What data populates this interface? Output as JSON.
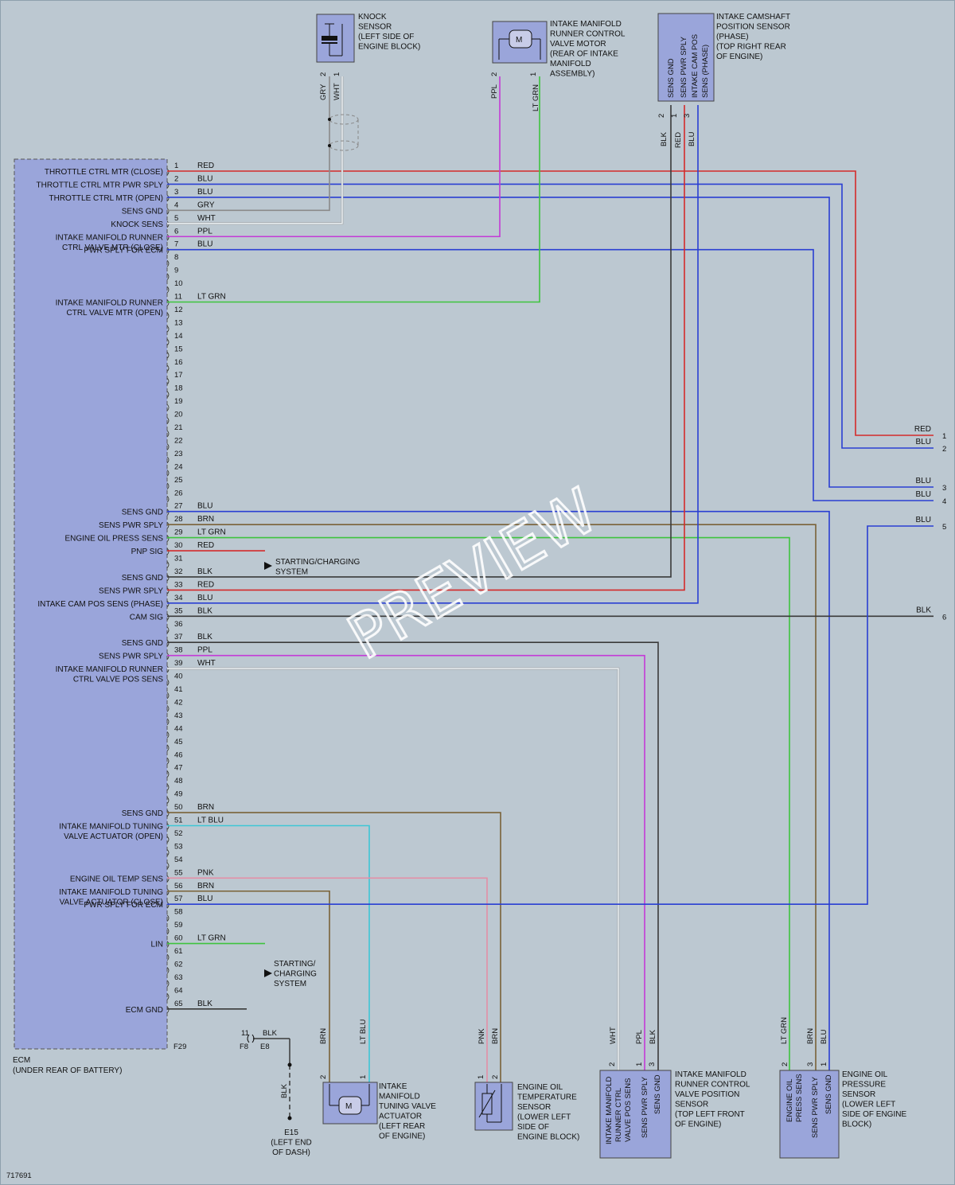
{
  "diagram_id": "717691",
  "watermark": "PREVIEW",
  "ecm": {
    "name": "ECM",
    "location": "(UNDER REAR OF BATTERY)",
    "ground_connector": "F29",
    "pins": [
      "1",
      "2",
      "3",
      "4",
      "5",
      "6",
      "7",
      "8",
      "9",
      "10",
      "11",
      "12",
      "13",
      "14",
      "15",
      "16",
      "17",
      "18",
      "19",
      "20",
      "21",
      "22",
      "23",
      "24",
      "25",
      "26",
      "27",
      "28",
      "29",
      "30",
      "31",
      "32",
      "33",
      "34",
      "35",
      "36",
      "37",
      "38",
      "39",
      "40",
      "41",
      "42",
      "43",
      "44",
      "45",
      "46",
      "47",
      "48",
      "49",
      "50",
      "51",
      "52",
      "53",
      "54",
      "55",
      "56",
      "57",
      "58",
      "59",
      "60",
      "61",
      "62",
      "63",
      "64",
      "65"
    ],
    "labels": [
      {
        "pin": "1",
        "text": "THROTTLE CTRL MTR (CLOSE)"
      },
      {
        "pin": "2",
        "text": "THROTTLE CTRL MTR PWR SPLY"
      },
      {
        "pin": "3",
        "text": "THROTTLE CTRL MTR (OPEN)"
      },
      {
        "pin": "4",
        "text": "SENS GND"
      },
      {
        "pin": "5",
        "text": "KNOCK SENS"
      },
      {
        "pin": "6",
        "text": "INTAKE MANIFOLD RUNNER"
      },
      {
        "pin": "6b",
        "text": "CTRL VALVE MTR (CLOSE)"
      },
      {
        "pin": "7",
        "text": "PWR SPLY FOR ECM"
      },
      {
        "pin": "11",
        "text": "INTAKE MANIFOLD RUNNER"
      },
      {
        "pin": "11b",
        "text": "CTRL VALVE MTR (OPEN)"
      },
      {
        "pin": "27",
        "text": "SENS GND"
      },
      {
        "pin": "28",
        "text": "SENS PWR SPLY"
      },
      {
        "pin": "29",
        "text": "ENGINE OIL PRESS SENS"
      },
      {
        "pin": "30",
        "text": "PNP SIG"
      },
      {
        "pin": "32",
        "text": "SENS GND"
      },
      {
        "pin": "33",
        "text": "SENS PWR SPLY"
      },
      {
        "pin": "34",
        "text": "INTAKE CAM POS SENS (PHASE)"
      },
      {
        "pin": "35",
        "text": "CAM SIG"
      },
      {
        "pin": "37",
        "text": "SENS GND"
      },
      {
        "pin": "38",
        "text": "SENS PWR SPLY"
      },
      {
        "pin": "39",
        "text": "INTAKE MANIFOLD RUNNER"
      },
      {
        "pin": "39b",
        "text": "CTRL VALVE POS SENS"
      },
      {
        "pin": "50",
        "text": "SENS GND"
      },
      {
        "pin": "51",
        "text": "INTAKE MANIFOLD TUNING"
      },
      {
        "pin": "51b",
        "text": "VALVE ACTUATOR (OPEN)"
      },
      {
        "pin": "55",
        "text": "ENGINE OIL TEMP SENS"
      },
      {
        "pin": "56",
        "text": "INTAKE MANIFOLD TUNING"
      },
      {
        "pin": "56b",
        "text": "VALVE ACTUATOR (CLOSE)"
      },
      {
        "pin": "57",
        "text": "PWR SPLY FOR ECM"
      },
      {
        "pin": "60",
        "text": "LIN"
      },
      {
        "pin": "65",
        "text": "ECM GND"
      }
    ]
  },
  "wires": [
    {
      "pin": "1",
      "color_code": "RED",
      "hex": "#d42a2a"
    },
    {
      "pin": "2",
      "color_code": "BLU",
      "hex": "#2a3fd2"
    },
    {
      "pin": "3",
      "color_code": "BLU",
      "hex": "#2a3fd2"
    },
    {
      "pin": "4",
      "color_code": "GRY",
      "hex": "#8a8a8a"
    },
    {
      "pin": "5",
      "color_code": "WHT",
      "hex": "#e8eef2"
    },
    {
      "pin": "6",
      "color_code": "PPL",
      "hex": "#c43ad6"
    },
    {
      "pin": "7",
      "color_code": "BLU",
      "hex": "#2a3fd2"
    },
    {
      "pin": "11",
      "color_code": "LT GRN",
      "hex": "#3ec43e"
    },
    {
      "pin": "27",
      "color_code": "BLU",
      "hex": "#2a3fd2"
    },
    {
      "pin": "28",
      "color_code": "BRN",
      "hex": "#7a6238"
    },
    {
      "pin": "29",
      "color_code": "LT GRN",
      "hex": "#3ec43e"
    },
    {
      "pin": "30",
      "color_code": "RED",
      "hex": "#d42a2a"
    },
    {
      "pin": "32",
      "color_code": "BLK",
      "hex": "#3a3a3a"
    },
    {
      "pin": "33",
      "color_code": "RED",
      "hex": "#d42a2a"
    },
    {
      "pin": "34",
      "color_code": "BLU",
      "hex": "#2a3fd2"
    },
    {
      "pin": "35",
      "color_code": "BLK",
      "hex": "#3a3a3a"
    },
    {
      "pin": "37",
      "color_code": "BLK",
      "hex": "#3a3a3a"
    },
    {
      "pin": "38",
      "color_code": "PPL",
      "hex": "#c43ad6"
    },
    {
      "pin": "39",
      "color_code": "WHT",
      "hex": "#e8eef2"
    },
    {
      "pin": "50",
      "color_code": "BRN",
      "hex": "#7a6238"
    },
    {
      "pin": "51",
      "color_code": "LT BLU",
      "hex": "#3ec6d6"
    },
    {
      "pin": "55",
      "color_code": "PNK",
      "hex": "#e38fa6"
    },
    {
      "pin": "56",
      "color_code": "BRN",
      "hex": "#7a6238"
    },
    {
      "pin": "57",
      "color_code": "BLU",
      "hex": "#2a3fd2"
    },
    {
      "pin": "60",
      "color_code": "LT GRN",
      "hex": "#3ec43e"
    },
    {
      "pin": "65",
      "color_code": "BLK",
      "hex": "#3a3a3a"
    }
  ],
  "components": {
    "knock_sensor": {
      "lines": [
        "KNOCK",
        "SENSOR",
        "(LEFT SIDE OF",
        "ENGINE BLOCK)"
      ],
      "pins": [
        "2",
        "1"
      ],
      "wires": [
        "GRY",
        "WHT"
      ]
    },
    "imrc_motor": {
      "lines": [
        "INTAKE MANIFOLD",
        "RUNNER CONTROL",
        "VALVE MOTOR",
        "(REAR OF INTAKE",
        "MANIFOLD",
        "ASSEMBLY)"
      ],
      "pins": [
        "2",
        "1"
      ],
      "wires": [
        "PPL",
        "LT GRN"
      ]
    },
    "cam_sensor": {
      "lines": [
        "INTAKE CAMSHAFT",
        "POSITION SENSOR",
        "(PHASE)",
        "(TOP RIGHT REAR",
        "OF ENGINE)"
      ],
      "inner": [
        "SENS GND",
        "SENS PWR SPLY",
        "INTAKE CAM POS",
        "SENS (PHASE)"
      ],
      "pins": [
        "2",
        "1",
        "3"
      ],
      "wires": [
        "BLK",
        "RED",
        "BLU"
      ]
    },
    "imt_actuator": {
      "lines": [
        "INTAKE",
        "MANIFOLD",
        "TUNING VALVE",
        "ACTUATOR",
        "(LEFT REAR",
        "OF ENGINE)"
      ],
      "pins": [
        "2",
        "1"
      ],
      "wires": [
        "BRN",
        "LT BLU"
      ]
    },
    "oil_temp": {
      "lines": [
        "ENGINE OIL",
        "TEMPERATURE",
        "SENSOR",
        "(LOWER LEFT",
        "SIDE OF",
        "ENGINE BLOCK)"
      ],
      "pins": [
        "1",
        "2"
      ],
      "wires": [
        "PNK",
        "BRN"
      ]
    },
    "imrc_pos": {
      "lines": [
        "INTAKE MANIFOLD",
        "RUNNER CONTROL",
        "VALVE POSITION",
        "SENSOR",
        "(TOP LEFT FRONT",
        "OF ENGINE)"
      ],
      "inner": [
        "INTAKE MANIFOLD",
        "RUNNER CTRL",
        "VALVE POS SENS",
        "SENS PWR SPLY",
        "SENS GND"
      ],
      "pins": [
        "2",
        "1",
        "3"
      ],
      "wires": [
        "WHT",
        "PPL",
        "BLK"
      ]
    },
    "oil_press": {
      "lines": [
        "ENGINE OIL",
        "PRESSURE",
        "SENSOR",
        "(LOWER LEFT",
        "SIDE OF ENGINE",
        "BLOCK)"
      ],
      "inner": [
        "ENGINE OIL",
        "PRESS SENS",
        "SENS PWR SPLY",
        "SENS GND"
      ],
      "pins": [
        "2",
        "3",
        "1"
      ],
      "wires": [
        "LT GRN",
        "BRN",
        "BLU"
      ]
    },
    "ground": {
      "lines": [
        "E15",
        "(LEFT END",
        "OF DASH)"
      ],
      "wire": "BLK",
      "conn_left": "F8",
      "conn_right": "E8",
      "pin": "11"
    },
    "starting_1": {
      "lines": [
        "STARTING/CHARGING",
        "SYSTEM"
      ]
    },
    "starting_2": {
      "lines": [
        "STARTING/",
        "CHARGING",
        "SYSTEM"
      ]
    }
  },
  "right_connector": {
    "pins": [
      {
        "num": "1",
        "color_code": "RED"
      },
      {
        "num": "2",
        "color_code": "BLU"
      },
      {
        "num": "3",
        "color_code": "BLU"
      },
      {
        "num": "4",
        "color_code": "BLU"
      },
      {
        "num": "5",
        "color_code": "BLU"
      },
      {
        "num": "6",
        "color_code": "BLK"
      }
    ]
  }
}
